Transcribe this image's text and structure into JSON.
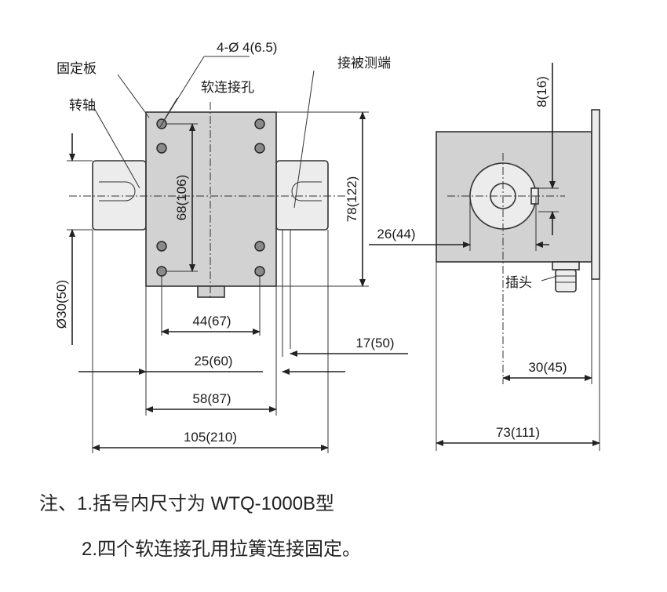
{
  "labels": {
    "fixed_plate": "固定板",
    "pivot": "转轴",
    "holes": "4-Ø 4(6.5)",
    "soft_holes": "软连接孔",
    "terminal": "接被测端",
    "plug": "插头"
  },
  "dimensions": {
    "d_106": "68(106)",
    "d_122": "78(122)",
    "d_44_67": "44(67)",
    "d_25_60": "25(60)",
    "d_58_87": "58(87)",
    "d_105_210": "105(210)",
    "d_dia30": "Ø30(50)",
    "d_17_50": "17(50)",
    "d_8_16": "8(16)",
    "d_26_44": "26(44)",
    "d_30_45": "30(45)",
    "d_73_111": "73(111)"
  },
  "notes": {
    "line1": "注、1.括号内尺寸为 WTQ-1000B型",
    "line2": "2.四个软连接孔用拉簧连接固定。"
  }
}
